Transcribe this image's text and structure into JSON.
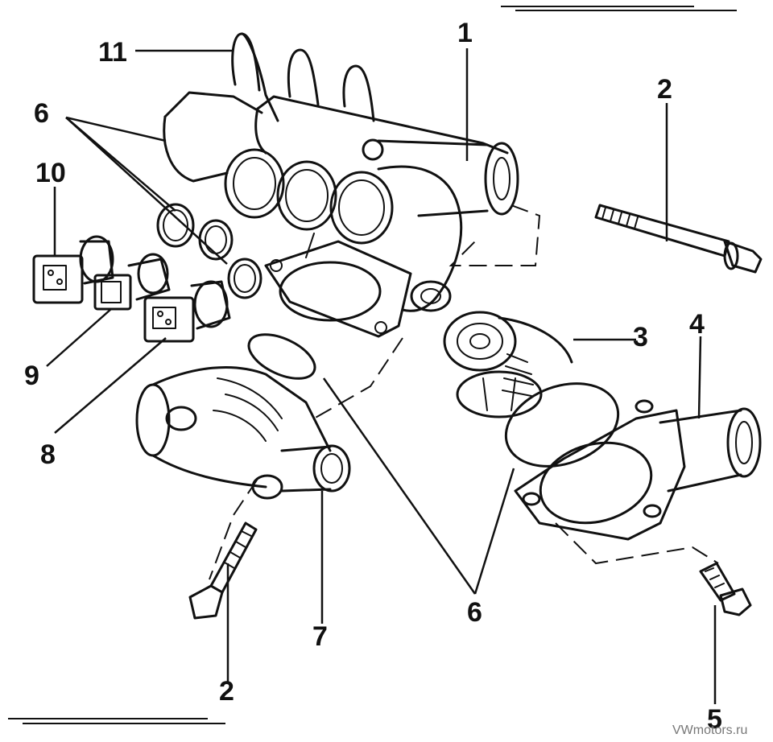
{
  "callouts": {
    "c1": "1",
    "c2_top": "2",
    "c2_bottom": "2",
    "c3": "3",
    "c4": "4",
    "c5": "5",
    "c6_top": "6",
    "c6_bottom": "6",
    "c7": "7",
    "c8": "8",
    "c9": "9",
    "c10": "10",
    "c11": "11"
  },
  "watermark": "VWmotors.ru"
}
